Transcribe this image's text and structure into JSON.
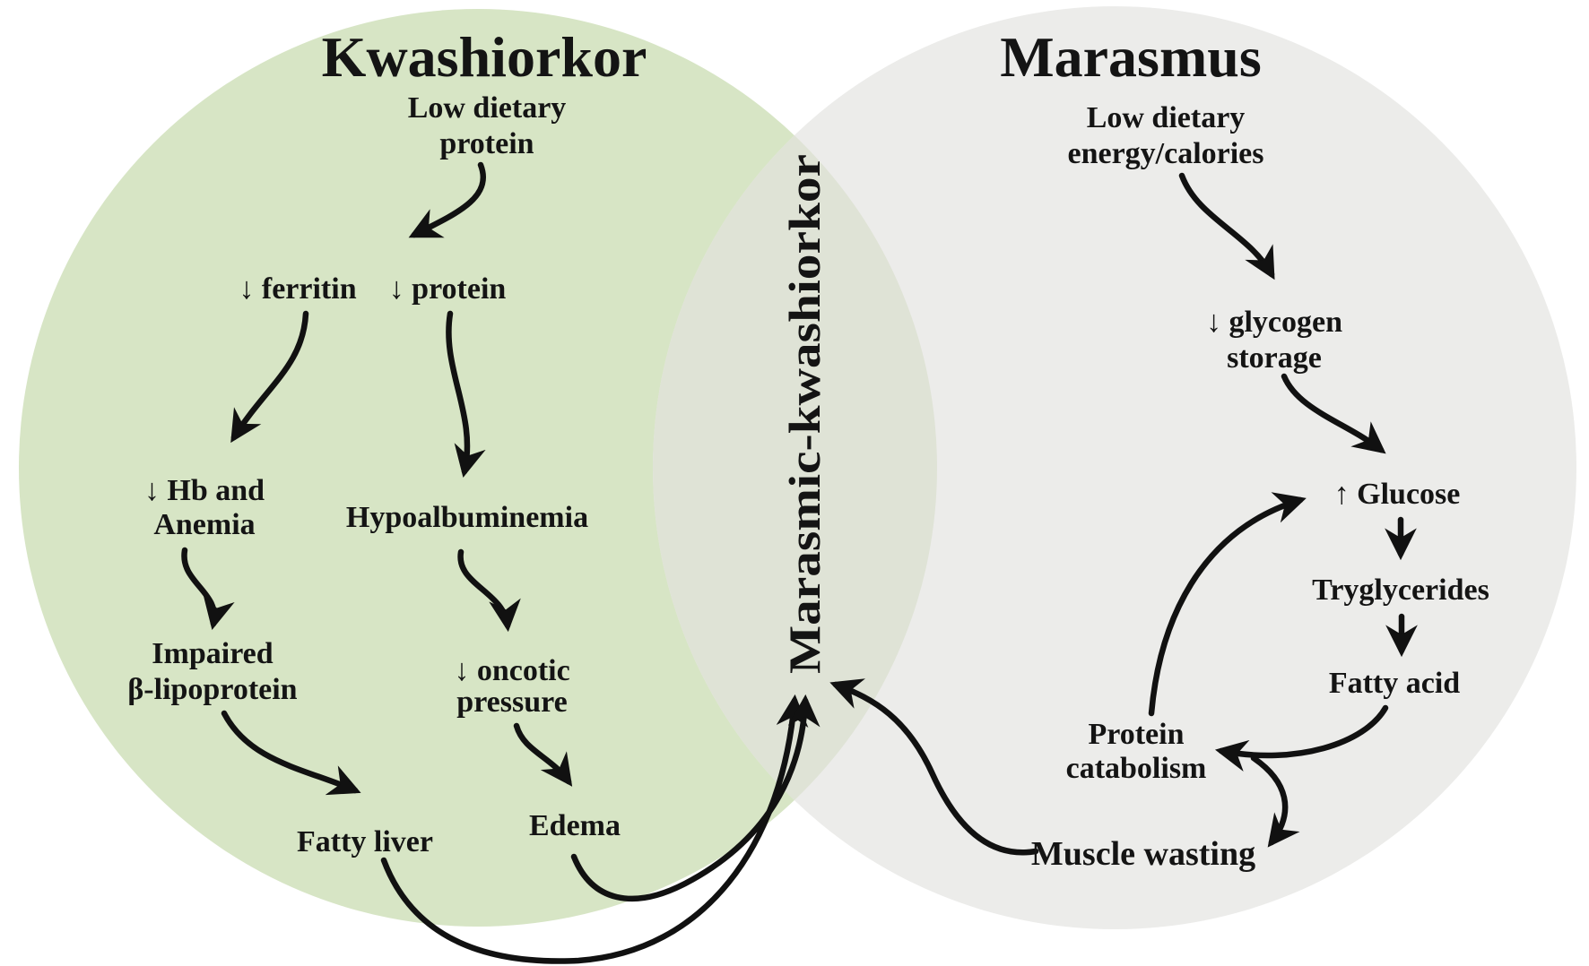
{
  "colors": {
    "left_circle_fill": "#d7e5c5",
    "right_circle_fill": "#ececea",
    "overlap_fill": "#dfe3d6",
    "left_title": "#72a94e",
    "right_title": "#7b7b7b",
    "text": "#141414",
    "arrow": "#111111"
  },
  "left": {
    "title": "Kwashiorkor",
    "nodes": {
      "low_dietary_protein": {
        "lines": [
          "Low dietary",
          "protein"
        ]
      },
      "ferritin": {
        "lines": [
          "↓ ferritin"
        ]
      },
      "protein": {
        "lines": [
          "↓ protein"
        ]
      },
      "hb_anemia": {
        "lines": [
          "↓ Hb and",
          "Anemia"
        ]
      },
      "hypoalbuminemia": {
        "lines": [
          "Hypoalbuminemia"
        ]
      },
      "impaired_lipoprotein": {
        "lines": [
          "Impaired",
          "β-lipoprotein"
        ]
      },
      "oncotic_pressure": {
        "lines": [
          "↓ oncotic",
          "pressure"
        ]
      },
      "fatty_liver": {
        "lines": [
          "Fatty liver"
        ]
      },
      "edema": {
        "lines": [
          "Edema"
        ]
      }
    }
  },
  "right": {
    "title": "Marasmus",
    "nodes": {
      "low_dietary_energy": {
        "lines": [
          "Low dietary",
          "energy/calories"
        ]
      },
      "glycogen_storage": {
        "lines": [
          "↓ glycogen",
          "storage"
        ]
      },
      "glucose": {
        "lines": [
          "↑ Glucose"
        ]
      },
      "tryglycerides": {
        "lines": [
          "Tryglycerides"
        ]
      },
      "fatty_acid": {
        "lines": [
          "Fatty acid"
        ]
      },
      "protein_catabolism": {
        "lines": [
          "Protein",
          "catabolism"
        ]
      },
      "muscle_wasting": {
        "lines": [
          "Muscle wasting"
        ]
      }
    }
  },
  "overlap": {
    "label": "Marasmic-kwashiorkor"
  },
  "edges": [
    {
      "from": "low_dietary_protein",
      "to": "protein"
    },
    {
      "from": "ferritin",
      "to": "hb_anemia"
    },
    {
      "from": "protein",
      "to": "hypoalbuminemia"
    },
    {
      "from": "hb_anemia",
      "to": "impaired_lipoprotein"
    },
    {
      "from": "hypoalbuminemia",
      "to": "oncotic_pressure"
    },
    {
      "from": "impaired_lipoprotein",
      "to": "fatty_liver"
    },
    {
      "from": "oncotic_pressure",
      "to": "edema"
    },
    {
      "from": "fatty_liver",
      "to": "marasmic_kwashiorkor"
    },
    {
      "from": "edema",
      "to": "marasmic_kwashiorkor"
    },
    {
      "from": "muscle_wasting",
      "to": "marasmic_kwashiorkor"
    },
    {
      "from": "low_dietary_energy",
      "to": "glycogen_storage"
    },
    {
      "from": "glycogen_storage",
      "to": "glucose"
    },
    {
      "from": "glucose",
      "to": "tryglycerides"
    },
    {
      "from": "tryglycerides",
      "to": "fatty_acid"
    },
    {
      "from": "fatty_acid",
      "to": "protein_catabolism"
    },
    {
      "from": "fatty_acid",
      "to": "muscle_wasting"
    },
    {
      "from": "protein_catabolism",
      "to": "glucose"
    }
  ]
}
